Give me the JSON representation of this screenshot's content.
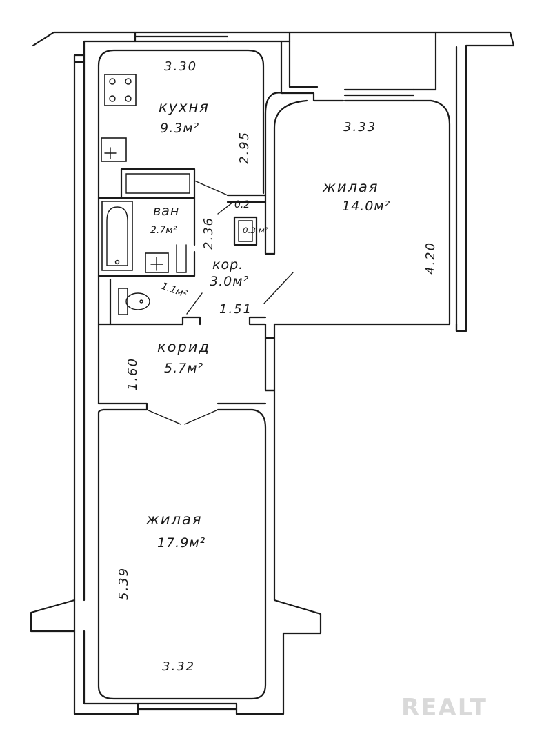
{
  "rooms": {
    "kitchen": {
      "name": "кухня",
      "area": "9.3м²"
    },
    "living_top": {
      "name": "жилая",
      "area": "14.0м²"
    },
    "bath": {
      "name": "ван",
      "area": "2.7м²"
    },
    "wc": {
      "area": "1.1м²"
    },
    "corridor_small": {
      "name": "кор.",
      "area": "3.0м²"
    },
    "corridor": {
      "name": "корид",
      "area": "5.7м²"
    },
    "living_bottom": {
      "name": "жилая",
      "area": "17.9м²"
    },
    "closet_a": {
      "area": "0.2"
    },
    "closet_b": {
      "area": "0.3 м²"
    }
  },
  "dimensions": {
    "kitchen_width": "3.30",
    "kitchen_depth": "2.95",
    "living_top_width": "3.33",
    "living_top_depth": "4.20",
    "bath_depth": "2.36",
    "corridor_small_width": "1.51",
    "corridor_depth": "1.60",
    "living_bottom_depth": "5.39",
    "living_bottom_width": "3.32"
  },
  "watermark": "REALT"
}
